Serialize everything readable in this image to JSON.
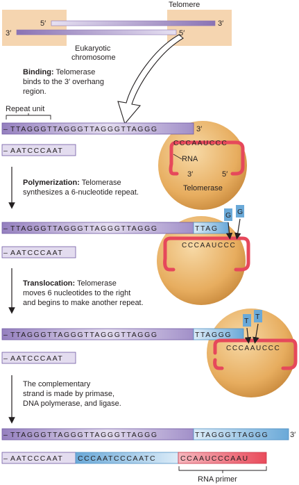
{
  "top": {
    "telomere_label": "Telomere",
    "five_prime_top": "5′",
    "three_prime_top": "3′",
    "three_prime_bottom": "3′",
    "five_prime_bottom": "5′",
    "chromosome_label_1": "Eukaryotic",
    "chromosome_label_2": "chromosome"
  },
  "steps": {
    "binding_bold": "Binding:",
    "binding_rest_1": " Telomerase",
    "binding_line2": "binds to the 3′ overhang",
    "binding_line3": "region.",
    "polymerization_bold": "Polymerization:",
    "polymerization_rest_1": " Telomerase",
    "polymerization_line2": "synthesizes a 6-nucleotide repeat.",
    "translocation_bold": "Translocation:",
    "translocation_rest_1": " Telomerase",
    "translocation_line2": "moves 6 nucleotides to the right",
    "translocation_line3": "and begins to make another repeat.",
    "final_line1": "The complementary",
    "final_line2": "strand is made by primase,",
    "final_line3": "DNA polymerase, and ligase."
  },
  "labels": {
    "repeat_unit": "Repeat unit",
    "rna": "RNA",
    "telomerase": "Telomerase",
    "three_prime": "3′",
    "five_prime": "5′",
    "rna_primer": "RNA primer"
  },
  "sequences": {
    "top_strand": "TTAGGGTTAGGGTTAGGGTTAGGG",
    "top_dash": "–",
    "bottom_strand": "AATCCCAAT",
    "bottom_dash": "–",
    "rna_template": "CCCAAUCCC",
    "added_poly": "TTAG",
    "added_trans": "TTAGGG",
    "final_extension": "TTAGGGTTAGGG",
    "final_bottom_dna": "CCCAATCCCAATC",
    "final_primer": "CCAAUCCCAAU",
    "nuc_g": "G",
    "nuc_t": "T"
  },
  "colors": {
    "telomere_box": "#f5d5b0",
    "purple_dark": "#8a73b4",
    "purple_light": "#d9d0ea",
    "blue": "#6aa9d8",
    "blue_light": "#d8eaf7",
    "red": "#e94b5b",
    "enzyme": "#e1a95a",
    "rna_red": "#e6485b"
  }
}
